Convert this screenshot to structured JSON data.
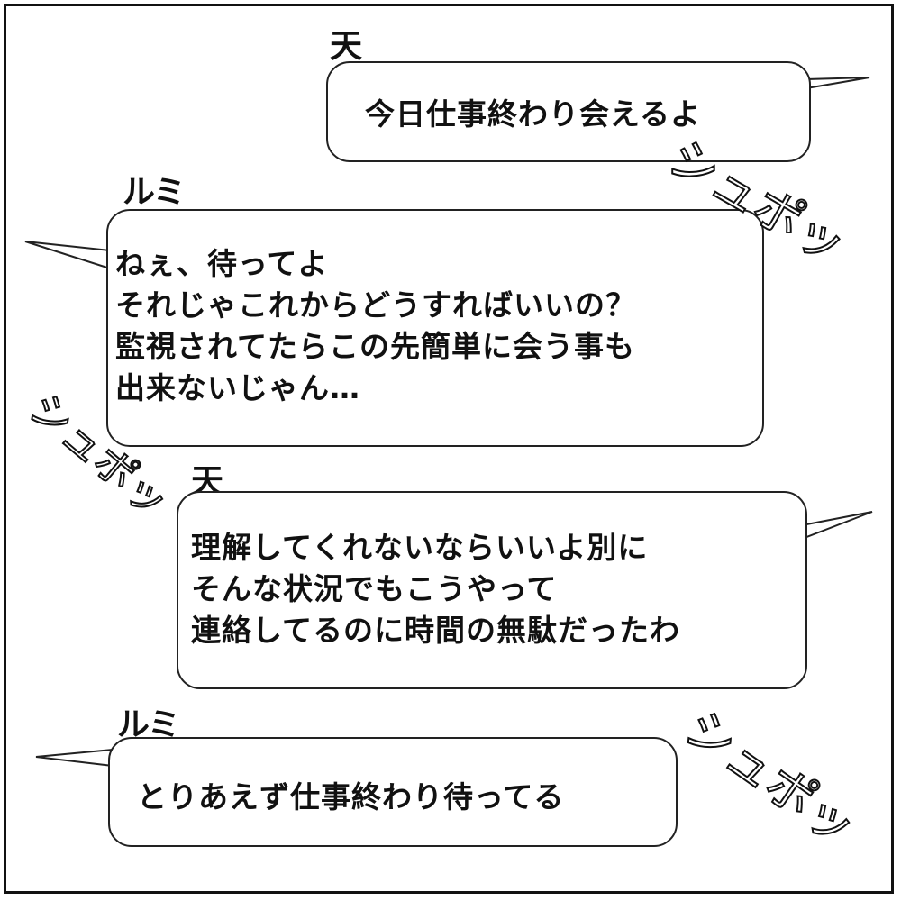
{
  "speakers": {
    "husband": "天",
    "rumi": "ルミ"
  },
  "messages": [
    {
      "speaker": "天",
      "text": "今日仕事終わり会えるよ"
    },
    {
      "speaker": "ルミ",
      "text": "ねぇ、待ってよ\nそれじゃこれからどうすればいいの？\n監視されてたらこの先簡単に会う事も\n出来ないじゃん…"
    },
    {
      "speaker": "天",
      "text": "理解してくれないならいいよ別に\nそんな状況でもこうやって\n連絡してるのに時間の無駄だったわ"
    },
    {
      "speaker": "ルミ",
      "text": "とりあえず仕事終わり待ってる"
    }
  ],
  "sound_effects": [
    "シュポッ",
    "シュポッ",
    "シュポッ"
  ]
}
